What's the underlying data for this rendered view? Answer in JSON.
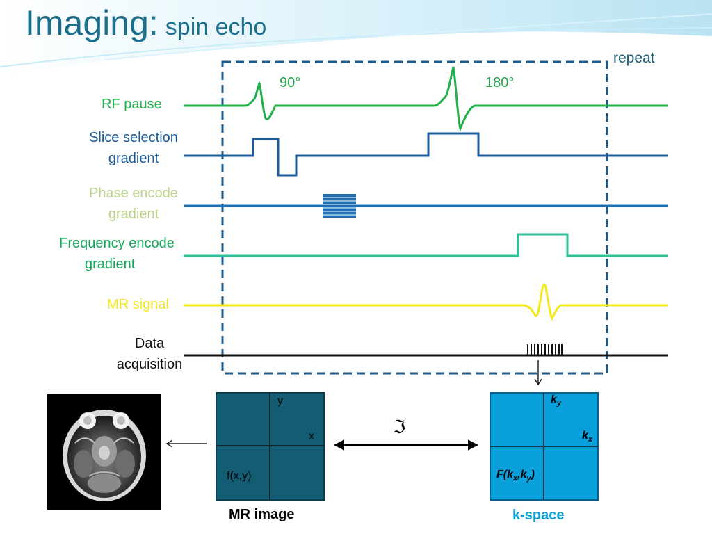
{
  "title": {
    "main": "Imaging:",
    "sub": "spin echo"
  },
  "repeat_label": "repeat",
  "rf_angles": {
    "first": "90°",
    "second": "180°"
  },
  "rows": {
    "rf": {
      "label": "RF pause",
      "color": "#22b04b"
    },
    "slice": {
      "label_line1": "Slice selection",
      "label_line2": "gradient",
      "color": "#1a5b99"
    },
    "phase": {
      "label_line1": "Phase encode",
      "label_line2": "gradient",
      "color": "#b9d48a",
      "line_color": "#1e6fb6"
    },
    "frequency": {
      "label_line1": "Frequency encode",
      "label_line2": "gradient",
      "color": "#15a85a",
      "line_color": "#2bc49a"
    },
    "signal": {
      "label": "MR signal",
      "color": "#f2e81a"
    },
    "acquisition": {
      "label_line1": "Data",
      "label_line2": "acquisition",
      "color": "#111111"
    }
  },
  "mr_image": {
    "caption": "MR image",
    "axis_y": "y",
    "axis_x": "x",
    "function_label": "f(x,y)",
    "fill": "#125d73"
  },
  "fourier_symbol": "ℑ",
  "k_space": {
    "caption": "k-space",
    "axis_y": "k",
    "axis_y_sub": "y",
    "axis_x": "k",
    "axis_x_sub": "x",
    "function_label": "F(k",
    "function_sub_x": "x",
    "function_mid": ",k",
    "function_sub_y": "y",
    "function_end": ")",
    "fill": "#0aa0dc",
    "caption_color": "#0aa0dc"
  },
  "colors": {
    "title": "#1b6f8c",
    "dashed_box": "#1b5a8c",
    "header_wave_light": "#cfeef8",
    "header_wave_mid": "#8fd3ec"
  }
}
